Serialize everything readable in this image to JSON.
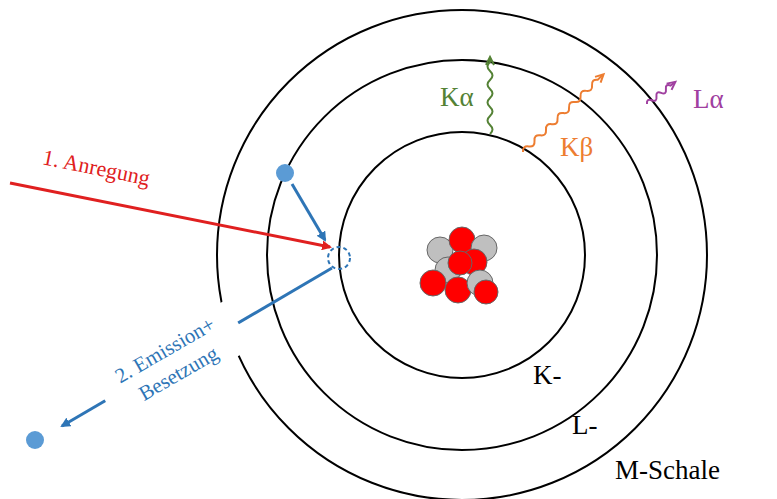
{
  "diagram": {
    "labels": [
      "1. Anregung",
      "2. Emission+ Besetzung",
      "Kα",
      "Kβ",
      "Lα",
      "K-",
      "L-",
      "M-Schale"
    ]
  }
}
